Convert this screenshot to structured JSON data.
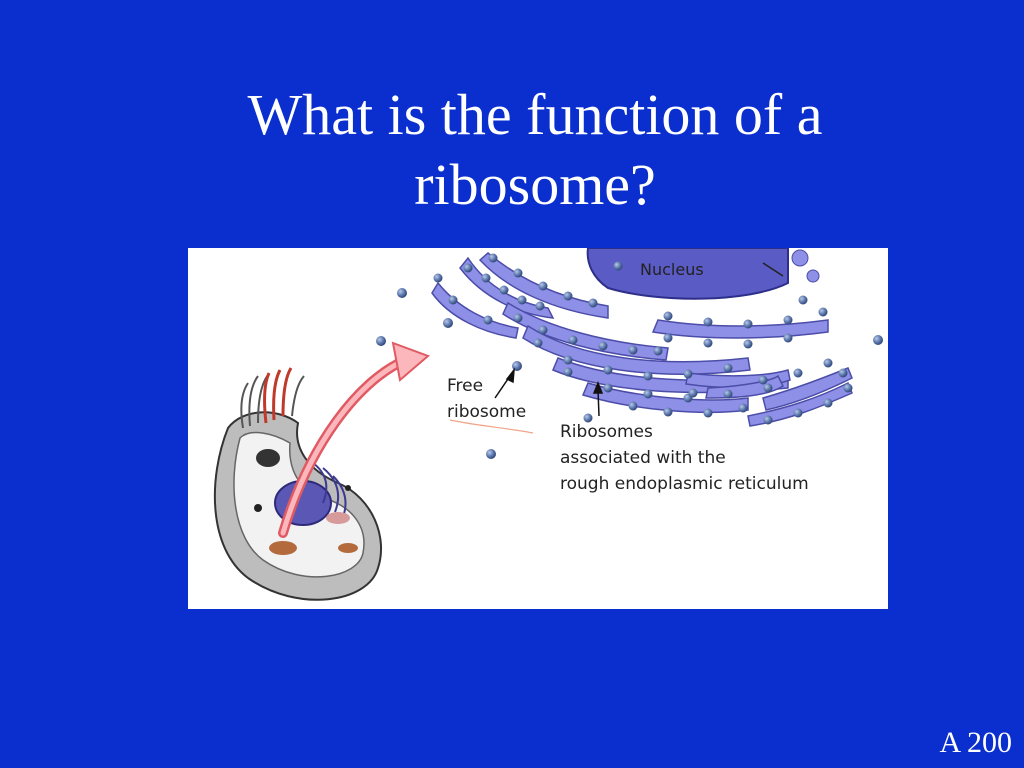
{
  "slide": {
    "question_line1": "What is the function of a",
    "question_line2": "ribosome?",
    "code": "A 200"
  },
  "figure": {
    "nucleus_label": "Nucleus",
    "free_label_line1": "Free",
    "free_label_line2": "ribosome",
    "rer_label_line1": "Ribosomes",
    "rer_label_line2": "associated with the",
    "rer_label_line3": "rough endoplasmic reticulum"
  },
  "colors": {
    "background": "#0a2fce",
    "er_membrane": "#8e8fe6",
    "ribosome": "#4f6b9e",
    "arrow": "#f58a8f",
    "nucleus": "#5a5bc4"
  }
}
